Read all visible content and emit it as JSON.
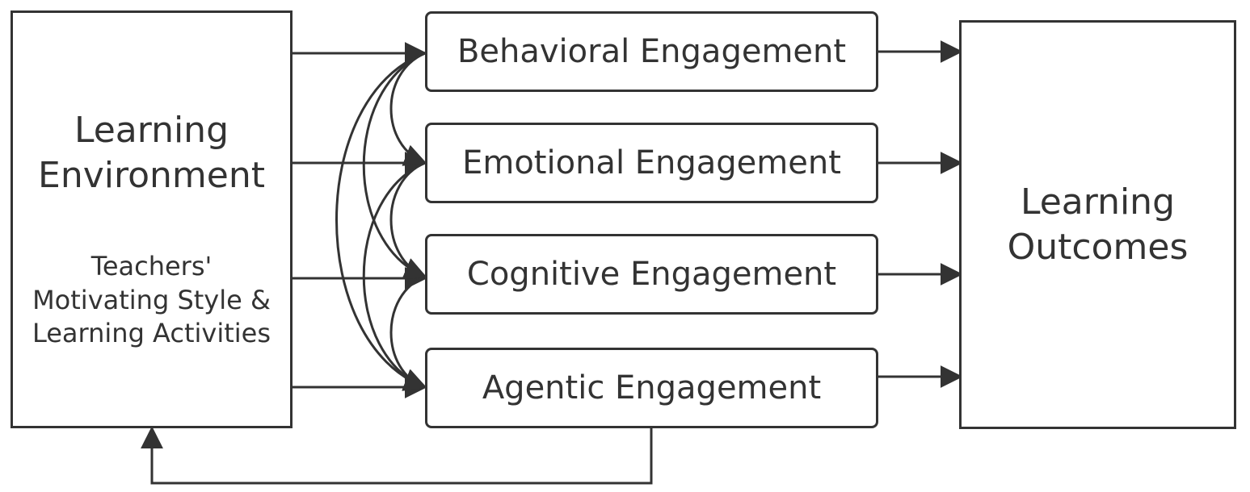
{
  "diagram": {
    "left_box": {
      "title_lines": [
        "Learning",
        "Environment"
      ],
      "subtitle_lines": [
        "Teachers'",
        "Motivating Style &",
        "Learning Activities"
      ]
    },
    "engagements": [
      {
        "label": "Behavioral Engagement"
      },
      {
        "label": "Emotional Engagement"
      },
      {
        "label": "Cognitive Engagement"
      },
      {
        "label": "Agentic Engagement"
      }
    ],
    "right_box": {
      "title_lines": [
        "Learning",
        "Outcomes"
      ]
    },
    "colors": {
      "stroke": "#333333",
      "background": "#ffffff"
    }
  }
}
